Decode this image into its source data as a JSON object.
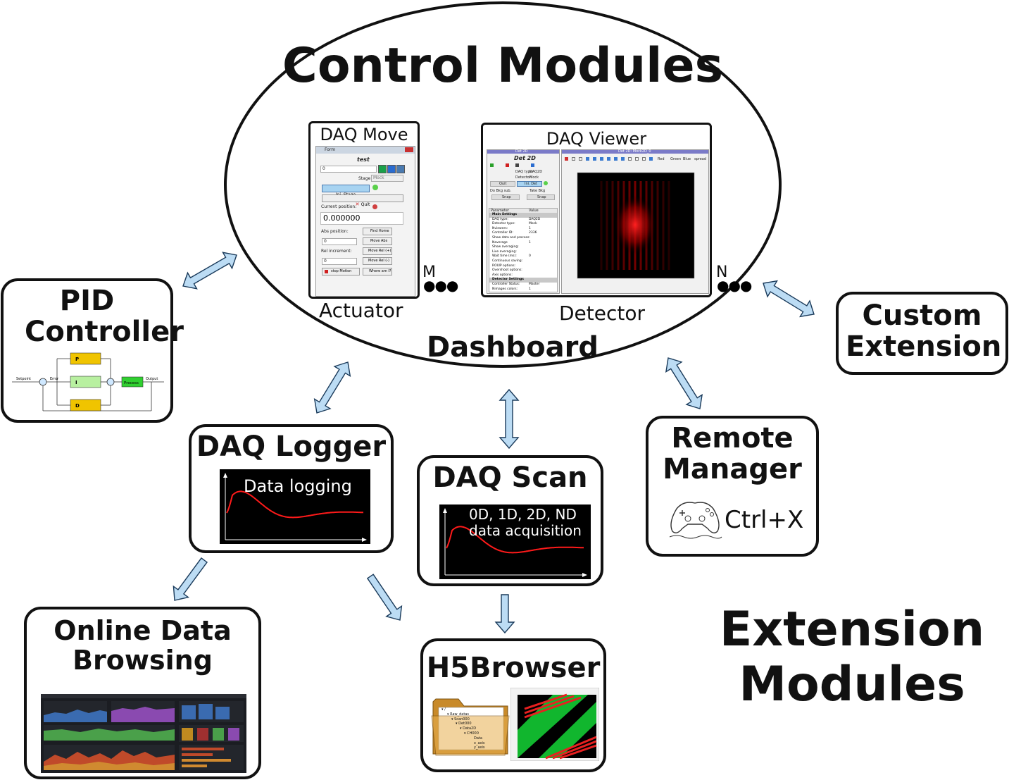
{
  "dashboard": {
    "title": "Control Modules",
    "footer": "Dashboard",
    "actuator": {
      "window_title": "DAQ Move",
      "caption": "Actuator",
      "more": "M",
      "form": {
        "titlebar": "Form",
        "name": "test",
        "value_field": "0",
        "stage_label": "Stage:",
        "stage_value": "Mock",
        "ini_button": "Ini. Stage",
        "quit_button": "Quit",
        "current_position_label": "Current position:",
        "current_position": "0.000000",
        "abs_label": "Abs position:",
        "abs_value": "0",
        "find_home_button": "Find Home",
        "move_abs_button": "Move Abs",
        "rel_label": "Rel increment:",
        "rel_value": "0",
        "move_rel_plus_button": "Move Rel (+)",
        "move_rel_minus_button": "Move Rel (-)",
        "stop_button": "stop Motion",
        "where_button": "Where am I?"
      }
    },
    "detector": {
      "window_title": "DAQ Viewer",
      "caption": "Detector",
      "more": "N",
      "panel": {
        "left_title": "Det 2D",
        "right_title": "Det 2D: Mock2D_0",
        "name": "Det 2D",
        "daq_type_label": "DAQ type:",
        "daq_type": "DAQ2D",
        "detector_label": "Detector:",
        "detector": "Mock",
        "quit": "Quit",
        "ini_det": "Ini. Det",
        "do_bkg": "Do Bkg sub.",
        "take_bkg": "Take Bkg",
        "snap": "Snap",
        "param_header": "Parameter",
        "value_header": "Value",
        "params": [
          {
            "name": "Main Settings",
            "value": ""
          },
          {
            "name": "DAQ type:",
            "value": "DAQ2D"
          },
          {
            "name": "Detector type:",
            "value": "Mock"
          },
          {
            "name": "Nviewers:",
            "value": "1"
          },
          {
            "name": "Controller ID:",
            "value": "2336"
          },
          {
            "name": "Show data and process:",
            "value": ""
          },
          {
            "name": "Naverage",
            "value": "1"
          },
          {
            "name": "Show averaging:",
            "value": ""
          },
          {
            "name": "Live averaging:",
            "value": ""
          },
          {
            "name": "Wait time (ms):",
            "value": "0"
          },
          {
            "name": "Continuous saving:",
            "value": ""
          },
          {
            "name": "ROI/IP options:",
            "value": ""
          },
          {
            "name": "Overshoot options:",
            "value": ""
          },
          {
            "name": "Axis options:",
            "value": ""
          },
          {
            "name": "Detector Settings",
            "value": ""
          },
          {
            "name": "Controller Status:",
            "value": "Master"
          },
          {
            "name": "Nimages colors:",
            "value": "1"
          }
        ],
        "checks": [
          "Red",
          "Green",
          "Blue",
          "spread"
        ]
      }
    }
  },
  "extensions": {
    "pid": {
      "title": "PID Controller",
      "setpoint": "Setpoint",
      "error": "Error",
      "output": "Output",
      "process": "Process",
      "p": "P",
      "i": "I",
      "d": "D"
    },
    "custom": {
      "title": "Custom Extension"
    },
    "remote": {
      "title": "Remote Manager",
      "shortcut": "Ctrl+X"
    },
    "logger": {
      "title": "DAQ Logger",
      "panel_text": "Data logging"
    },
    "scan": {
      "title": "DAQ Scan",
      "panel_line1": "0D, 1D, 2D, ND",
      "panel_line2": "data acquisition"
    },
    "online": {
      "title": "Online Data Browsing"
    },
    "h5": {
      "title": "H5Browser",
      "tree": [
        "/",
        "Raw_datas",
        "Scan000",
        "Det000",
        "Data2D",
        "CH000",
        "Data",
        "x_axis",
        "y_axis"
      ]
    }
  },
  "section_title": "Extension Modules",
  "colors": {
    "arrow_fill": "#bcdcf4",
    "arrow_stroke": "#1a3a5a",
    "curve": "#ff1a1a",
    "p_block": "#f0c400",
    "i_block": "#b8f0a0",
    "d_block": "#f0c400",
    "process_block": "#30d030"
  }
}
